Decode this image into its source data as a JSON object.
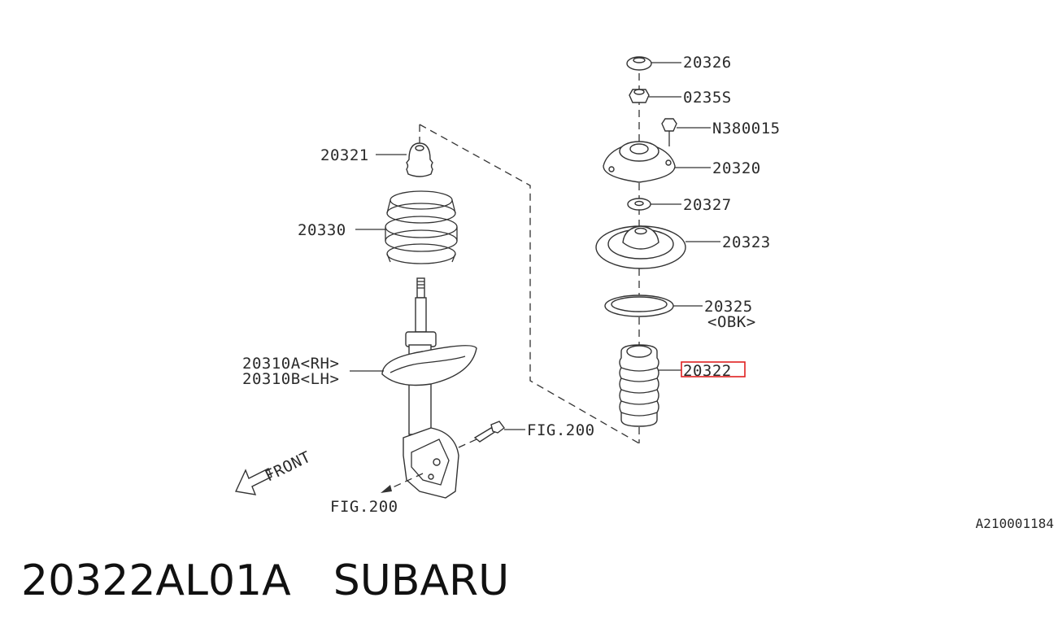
{
  "labels": {
    "p20326": "20326",
    "p0235s": "0235S",
    "pN380015": "N380015",
    "p20320": "20320",
    "p20327": "20327",
    "p20323": "20323",
    "p20325": "20325",
    "p20325_note": "<OBK>",
    "p20322": "20322",
    "p20321": "20321",
    "p20330": "20330",
    "p20310a": "20310A<RH>",
    "p20310b": "20310B<LH>",
    "fig_right": "FIG.200",
    "fig_bottom": "FIG.200",
    "front": "FRONT"
  },
  "highlight_color": "#e02020",
  "diagram_id": "A210001184",
  "footer": {
    "part_number": "20322AL01A",
    "brand": "SUBARU"
  }
}
